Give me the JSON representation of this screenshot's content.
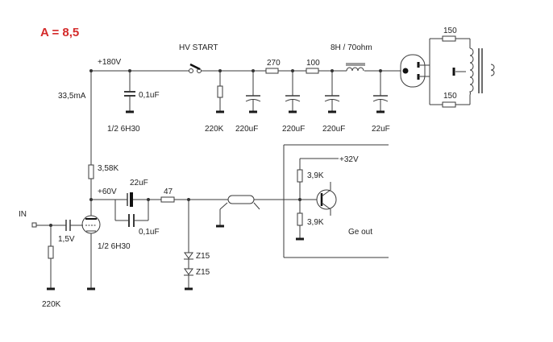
{
  "title": "A = 8,5",
  "colors": {
    "title": "#d42a2a",
    "wire": "#3a3a3a",
    "ground": "#1a1a1a",
    "background": "#ffffff"
  },
  "labels": {
    "supply_180": "+180V",
    "hv_start": "HV START",
    "choke": "8H / 70ohm",
    "r_270": "270",
    "r_100": "100",
    "r_150_top": "150",
    "r_150_bottom": "150",
    "current": "33,5mA",
    "cap_01_top": "0,1uF",
    "tube_top": "1/2 6H30",
    "r_220k_top": "220K",
    "c_220_1": "220uF",
    "c_220_2": "220uF",
    "c_220_3": "220uF",
    "c_22_top": "22uF",
    "supply_32": "+32V",
    "r_3k9_top": "3,9K",
    "r_3k58": "3,58K",
    "supply_60": "+60V",
    "c_22_mid": "22uF",
    "r_47": "47",
    "in": "IN",
    "cap_01_bottom": "0,1uF",
    "r_3k9_bottom": "3,9K",
    "ge_out": "Ge out",
    "bias_15": "1,5V",
    "tube_bottom": "1/2 6H30",
    "zener_1": "Z15",
    "zener_2": "Z15",
    "r_220k_bottom": "220K"
  },
  "icons": [
    "switch-icon",
    "tube-icon",
    "transistor-icon",
    "inductor-icon",
    "transformer-icon",
    "zener-icon",
    "ground-icon",
    "resistor-icon",
    "capacitor-icon",
    "coax-icon",
    "rectifier-tube-icon"
  ]
}
